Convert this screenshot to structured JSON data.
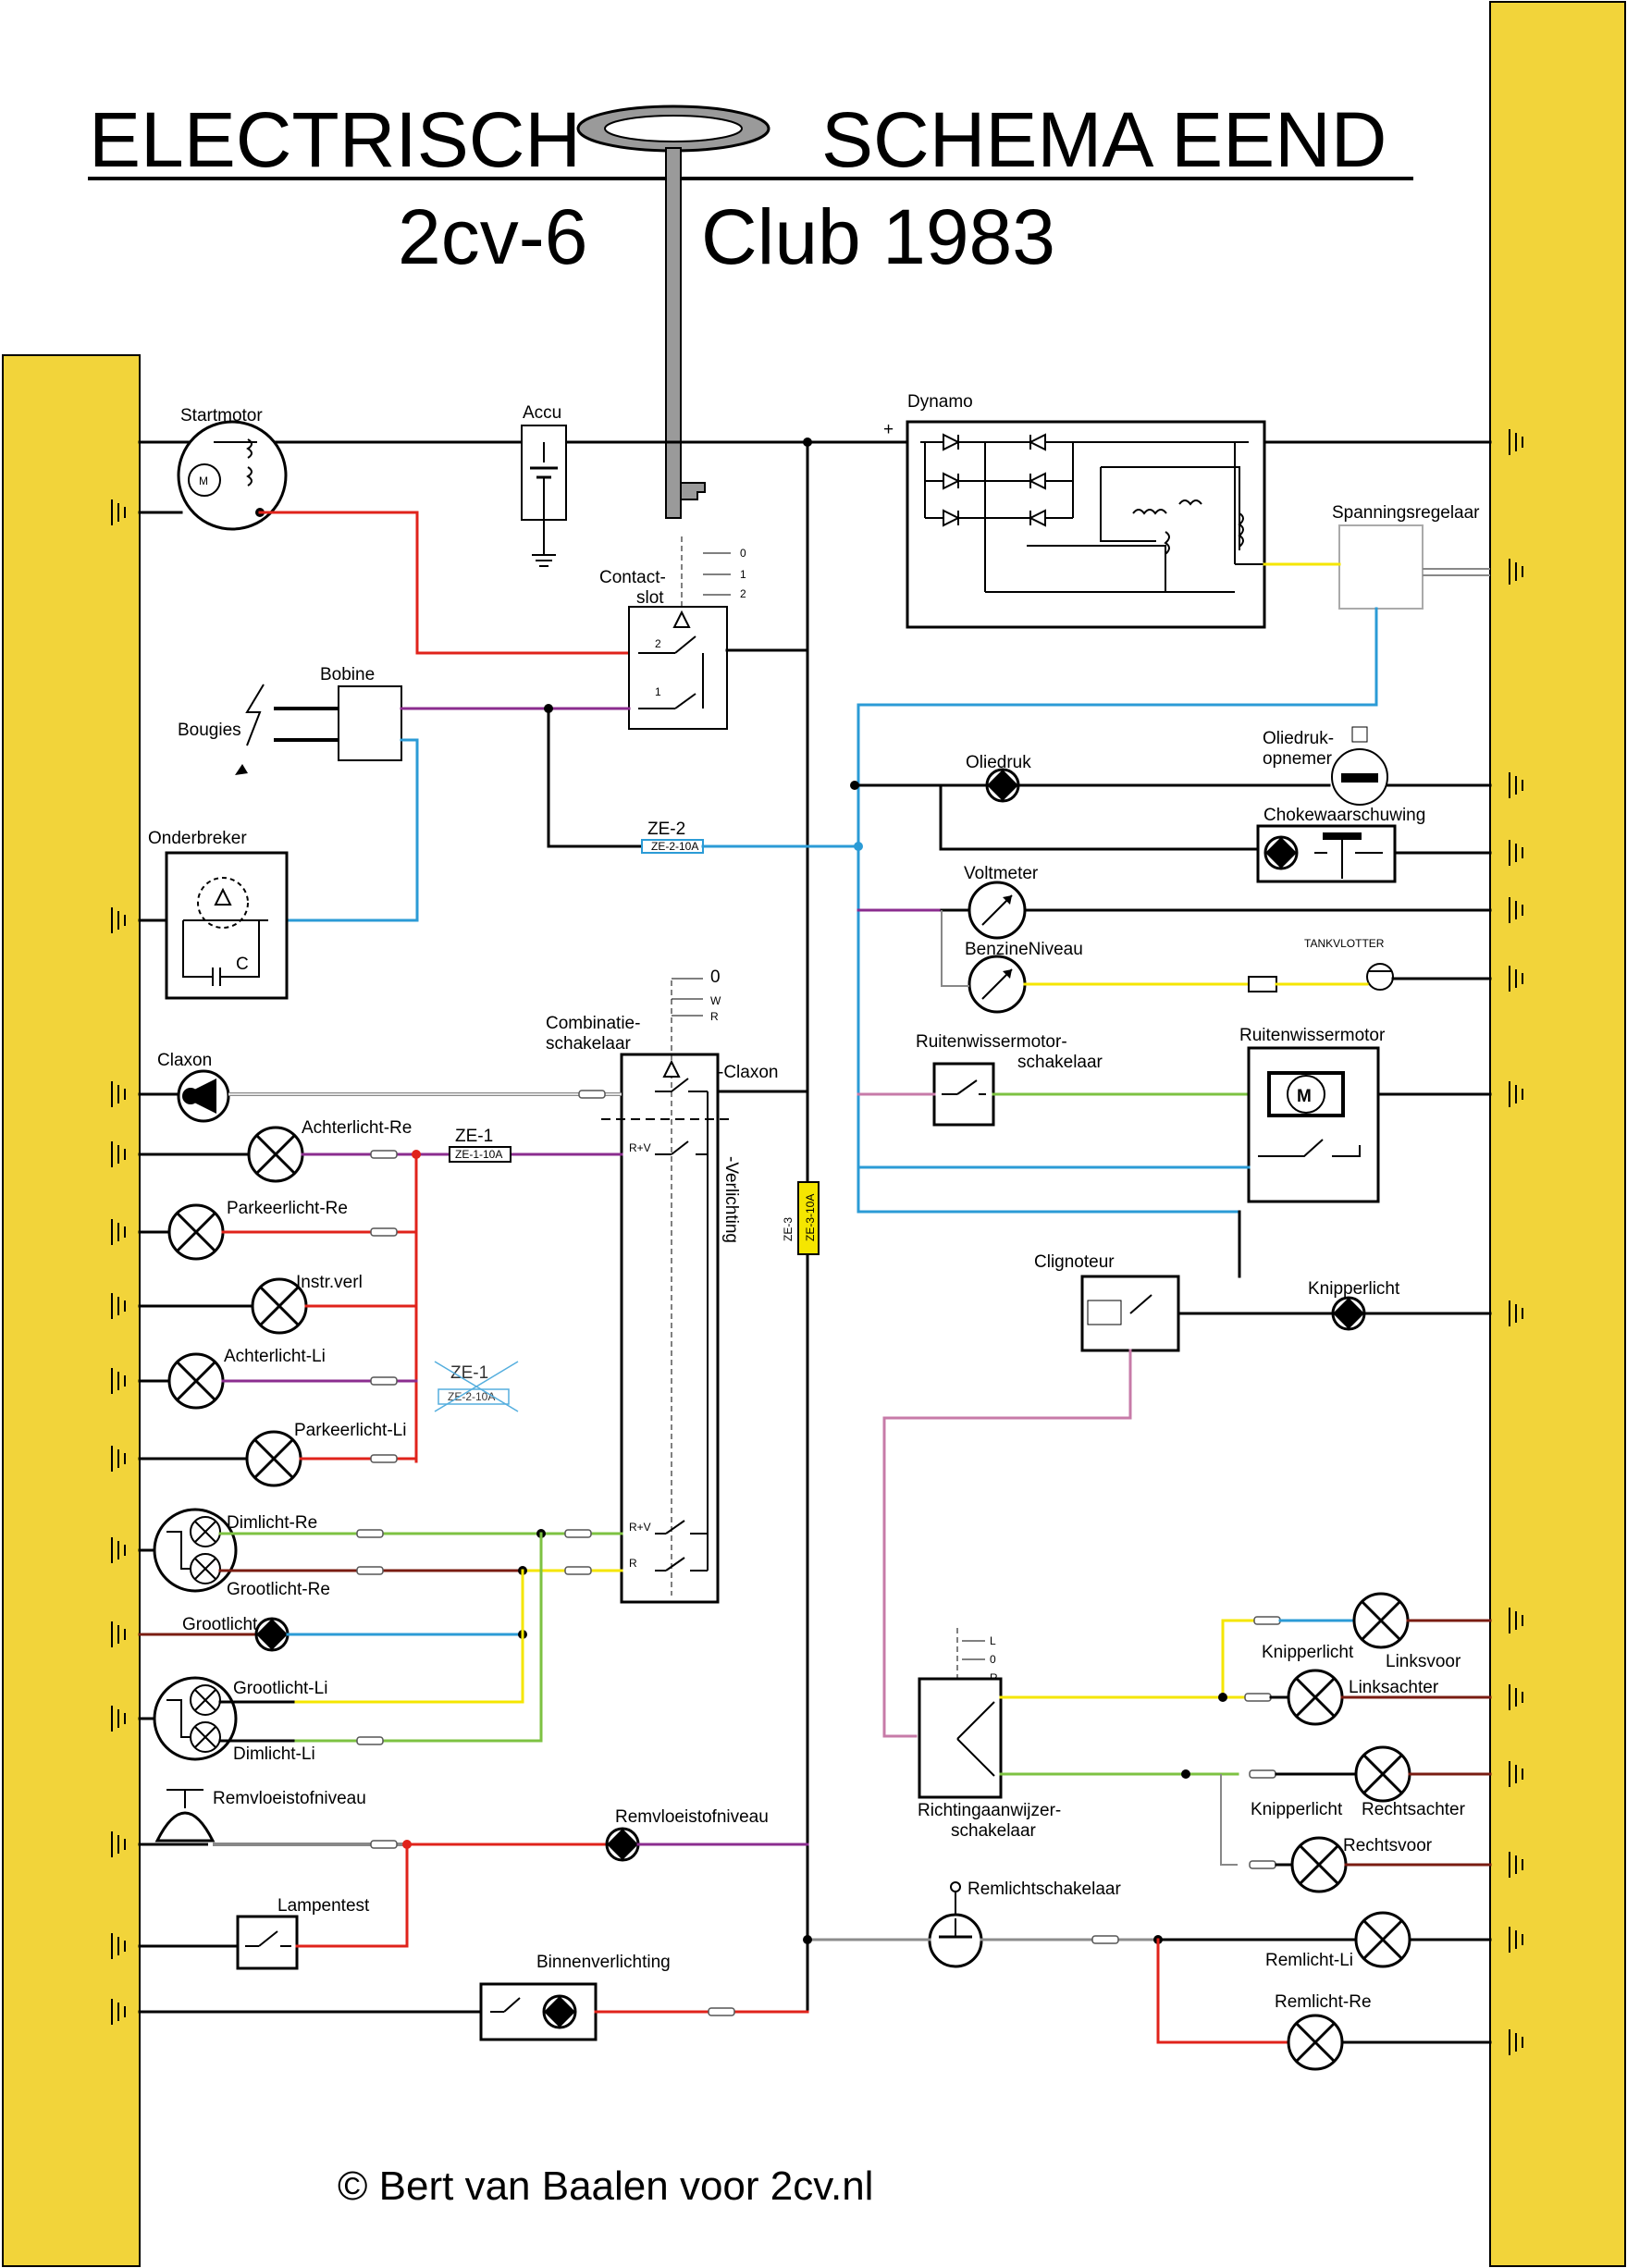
{
  "title": {
    "left": "ELECTRISCH",
    "right": "SCHEMA EEND",
    "subtitle_left": "2cv-6",
    "subtitle_right": "Club 1983"
  },
  "copyright": "© Bert van Baalen voor 2cv.nl",
  "colors": {
    "rail": "#f2d43a",
    "wire_black": "#000000",
    "wire_red": "#e0231b",
    "wire_blue": "#2b9bd6",
    "wire_purple": "#8b2d8f",
    "wire_green": "#7dc242",
    "wire_yellow": "#f5e600",
    "wire_brown": "#7a1c12",
    "wire_grey": "#8c8c8c",
    "wire_pink": "#c77ba8",
    "fuse_fill": "#f5e600"
  },
  "labels": {
    "startmotor": "Startmotor",
    "accu": "Accu",
    "dynamo": "Dynamo",
    "spanningsregelaar": "Spanningsregelaar",
    "contactslot_a": "Contact-",
    "contactslot_b": "slot",
    "key_pos_0": "0",
    "key_pos_1": "1",
    "key_pos_2": "2",
    "bobine": "Bobine",
    "bougies": "Bougies",
    "onderbreker": "Onderbreker",
    "condensator": "C",
    "oliedruk": "Oliedruk",
    "oliedrukopnemer_a": "Oliedruk-",
    "oliedrukopnemer_b": "opnemer",
    "chokewaarschuwing": "Chokewaarschuwing",
    "voltmeter": "Voltmeter",
    "benzineniveau": "BenzineNiveau",
    "tankvlotter": "TANKVLOTTER",
    "ruitenwissermotorschakelaar_a": "Ruitenwissermotor-",
    "ruitenwissermotorschakelaar_b": "schakelaar",
    "ruitenwissermotor": "Ruitenwissermotor",
    "motor_m": "M",
    "clignoteur": "Clignoteur",
    "knipperlicht": "Knipperlicht",
    "claxon": "Claxon",
    "combinatieschakelaar_a": "Combinatie-",
    "combinatieschakelaar_b": "schakelaar",
    "comb_claxon": "-Claxon",
    "comb_verlichting": "-Verlichting",
    "comb_pos_0": "0",
    "comb_pos_w": "W",
    "comb_pos_r": "R",
    "comb_rv": "R+V",
    "comb_r": "R",
    "achterlicht_re": "Achterlicht-Re",
    "parkeerlicht_re": "Parkeerlicht-Re",
    "instr_verl": "Instr.verl",
    "achterlicht_li": "Achterlicht-Li",
    "parkeerlicht_li": "Parkeerlicht-Li",
    "dimlicht_re": "Dimlicht-Re",
    "grootlicht_re": "Grootlicht-Re",
    "grootlicht": "Grootlicht",
    "grootlicht_li": "Grootlicht-Li",
    "dimlicht_li": "Dimlicht-Li",
    "remvloeistofniveau_switch": "Remvloeistofniveau",
    "remvloeistofniveau_lamp": "Remvloeistofniveau",
    "lampentest": "Lampentest",
    "binnenverlichting": "Binnenverlichting",
    "richtingaanwijzer_a": "Richtingaanwijzer-",
    "richtingaanwijzer_b": "schakelaar",
    "dir_pos_l": "L",
    "dir_pos_0": "0",
    "dir_pos_r": "R",
    "knipperlicht_voor": "Knipperlicht",
    "linksvoor": "Linksvoor",
    "linksachter": "Linksachter",
    "knipperlicht_achter": "Knipperlicht",
    "rechtsachter": "Rechtsachter",
    "rechtsvoor": "Rechtsvoor",
    "remlichtschakelaar": "Remlichtschakelaar",
    "remlicht_li": "Remlicht-Li",
    "remlicht_re": "Remlicht-Re"
  },
  "fuses": {
    "ze1": "ZE-1",
    "ze1_sub": "ZE-1-10A",
    "ze1_crossed": "ZE-1",
    "ze1_crossed_sub": "ZE-2-10A",
    "ze2": "ZE-2",
    "ze2_sub": "ZE-2-10A",
    "ze3": "ZE-3",
    "ze3_sub": "ZE-3-10A"
  }
}
